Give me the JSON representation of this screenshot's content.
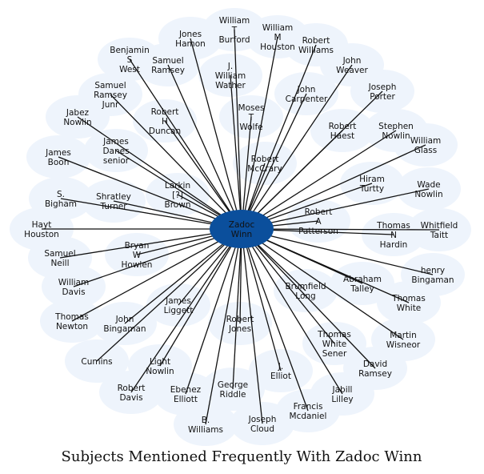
{
  "title": "Subjects Mentioned Frequently With Zadoc Winn",
  "center": {
    "label": "Zadoc\nWinn",
    "color": "#0b4f9c"
  },
  "node_color": "#eef4fc",
  "edge_color": "#111111",
  "nodes": [
    {
      "label": "William\nT\nBurford"
    },
    {
      "label": "William\nM\nHouston"
    },
    {
      "label": "Robert\nWilliams"
    },
    {
      "label": "Jones\nHamon"
    },
    {
      "label": "Benjamin\nS\nWest"
    },
    {
      "label": "Samuel\nRamsey"
    },
    {
      "label": "J.\nWilliam\nWather"
    },
    {
      "label": "John\nWeaver"
    },
    {
      "label": "John\nCarpenter"
    },
    {
      "label": "Joseph\nPorter"
    },
    {
      "label": "Samuel\nRamsey\nJunr"
    },
    {
      "label": "Robert\nH\nDuncan"
    },
    {
      "label": "Moses\nT\nWolfe"
    },
    {
      "label": "Jabez\nNowlin"
    },
    {
      "label": "Robert\nHaest"
    },
    {
      "label": "Stephen\nNowlin"
    },
    {
      "label": "William\nGlass"
    },
    {
      "label": "James\nDanes\nsenior"
    },
    {
      "label": "Robert\nMcCrary"
    },
    {
      "label": "James\nBoon"
    },
    {
      "label": "Hiram\nTurtty"
    },
    {
      "label": "Wade\nNowlin"
    },
    {
      "label": "Larkin\n[?]\nBrown"
    },
    {
      "label": "S.\nBigham"
    },
    {
      "label": "Shratley\nTurner"
    },
    {
      "label": "Robert\nA\nPatterson"
    },
    {
      "label": "Hayt\nHouston"
    },
    {
      "label": "Thomas\nN\nHardin"
    },
    {
      "label": "Whitfield\nTaitt"
    },
    {
      "label": "Bryan\nW\nHowlen"
    },
    {
      "label": "Samuel\nNeill"
    },
    {
      "label": "henry\nBingaman"
    },
    {
      "label": "William\nDavis"
    },
    {
      "label": "Abraham\nTalley"
    },
    {
      "label": "Brumfield\nLong"
    },
    {
      "label": "Thomas\nWhite"
    },
    {
      "label": "James\nLiggett"
    },
    {
      "label": "Thomas\nNewton"
    },
    {
      "label": "John\nBingaman"
    },
    {
      "label": "Robert\nJones"
    },
    {
      "label": "Thomas\nWhite\nSener"
    },
    {
      "label": "Martin\nWisneor"
    },
    {
      "label": "Cumins"
    },
    {
      "label": "Light\nNowlin"
    },
    {
      "label": "David\nRamsey"
    },
    {
      "label": "J.\nElliot"
    },
    {
      "label": "Robert\nDavis"
    },
    {
      "label": "Ebenez\nElliott"
    },
    {
      "label": "George\nRiddle"
    },
    {
      "label": "Jabill\nLilley"
    },
    {
      "label": "Francis\nMcdaniel"
    },
    {
      "label": "B.\nWilliams"
    },
    {
      "label": "Joseph\nCloud"
    }
  ]
}
